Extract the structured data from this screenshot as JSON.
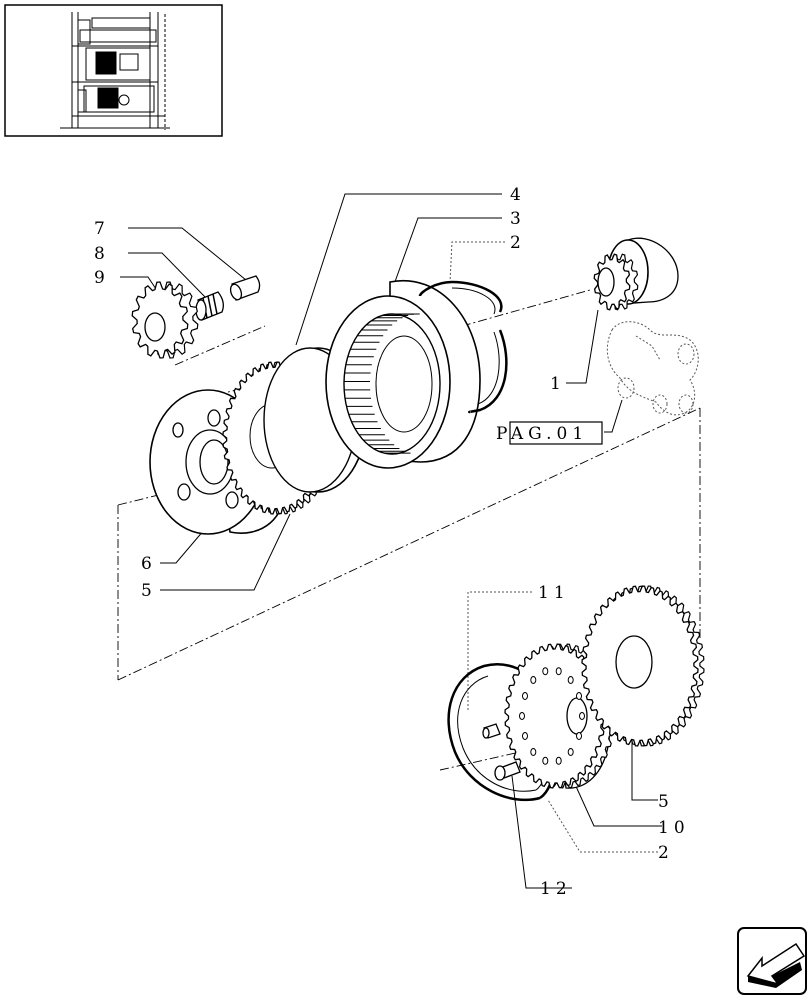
{
  "diagram": {
    "callouts": {
      "c1": "1",
      "c2a": "2",
      "c2b": "2",
      "c3": "3",
      "c4": "4",
      "c5a": "5",
      "c5b": "5",
      "c6": "6",
      "c7": "7",
      "c8": "8",
      "c9": "9",
      "c10": "10",
      "c11": "11",
      "c12": "12"
    },
    "page_ref": "PAG.01"
  },
  "nav": {
    "icon": "return-arrow-icon"
  }
}
